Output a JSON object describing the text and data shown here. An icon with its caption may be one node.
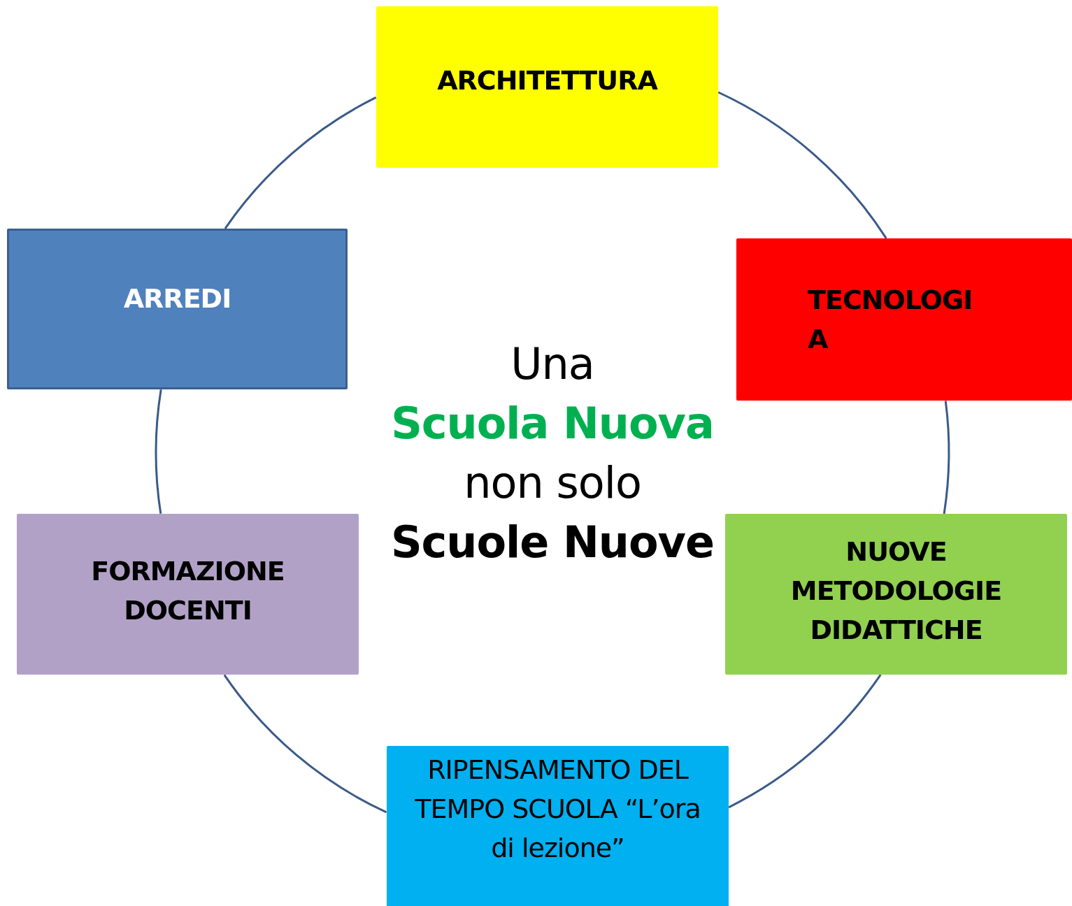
{
  "diagram": {
    "nodes": [
      {
        "text": [
          "ARCHITETTURA"
        ]
      },
      {
        "text": [
          "ARREDI"
        ]
      },
      {
        "text": [
          "TECNOLOGIA"
        ]
      },
      {
        "text": [
          "FORMAZIONE DOCENTI"
        ]
      },
      {
        "text": [
          "NUOVE METODOLOGIE DIDATTICHE"
        ]
      },
      {
        "text": [
          "RIPENSAMENTO DEL TEMPO SCUOLA “L’ora di lezione”"
        ]
      }
    ],
    "edges": [
      {
        "from": 0,
        "to": 2,
        "arrow": "none"
      },
      {
        "from": 2,
        "to": 4,
        "arrow": "none"
      },
      {
        "from": 4,
        "to": 5,
        "arrow": "none"
      },
      {
        "from": 5,
        "to": 3,
        "arrow": "none"
      },
      {
        "from": 3,
        "to": 1,
        "arrow": "none"
      },
      {
        "from": 1,
        "to": 0,
        "arrow": "none"
      }
    ],
    "labels": [
      "Una",
      "Scuola Nuova",
      "non solo",
      "Scuole Nuove"
    ]
  }
}
